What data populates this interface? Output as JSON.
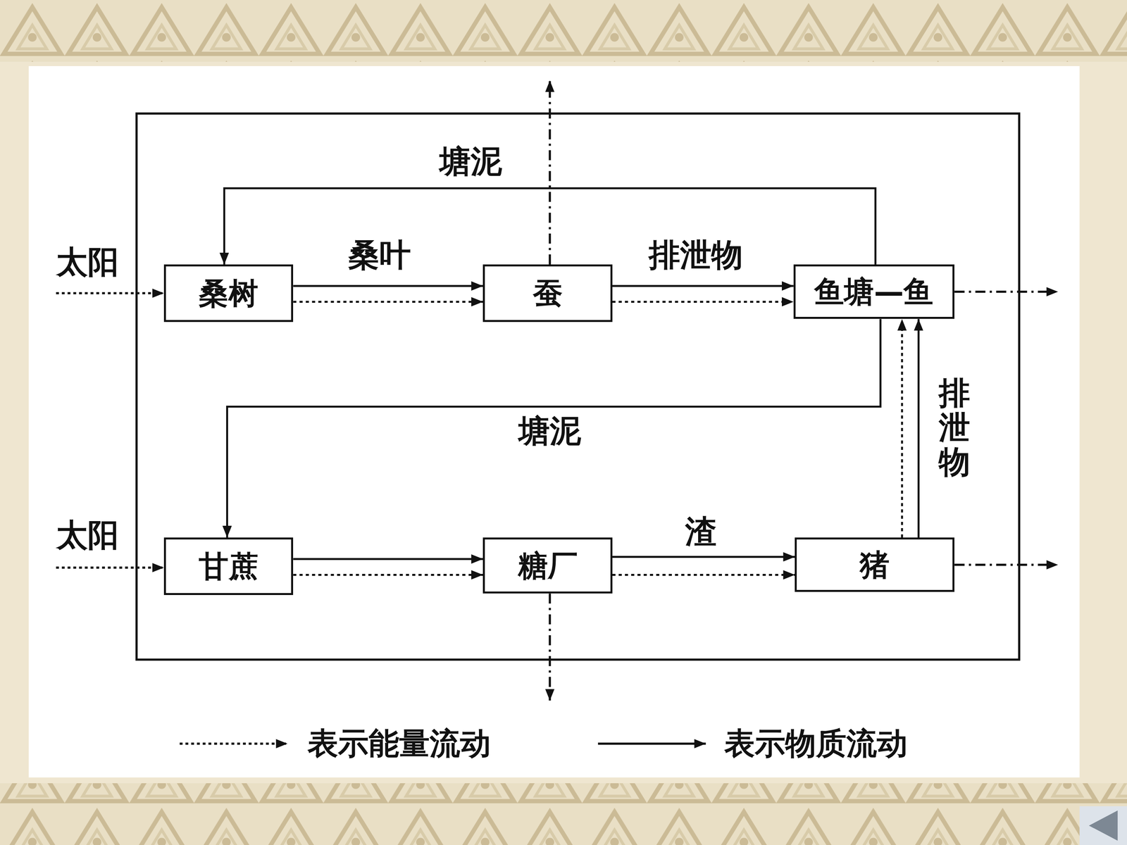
{
  "diagram": {
    "nodes": [
      {
        "text": [
          "桑树"
        ]
      },
      {
        "text": [
          "蚕"
        ]
      },
      {
        "text": [
          "鱼塘—鱼"
        ]
      },
      {
        "text": [
          "甘蔗"
        ]
      },
      {
        "text": [
          "糖厂"
        ]
      },
      {
        "text": [
          "猪"
        ]
      }
    ],
    "edges": [
      {
        "from": 0,
        "to": 1,
        "arrow": "to",
        "label": "桑叶"
      },
      {
        "from": 0,
        "to": 1,
        "arrow": "to"
      },
      {
        "from": 1,
        "to": 2,
        "arrow": "to",
        "label": "排泄物"
      },
      {
        "from": 1,
        "to": 2,
        "arrow": "to"
      },
      {
        "from": 2,
        "to": 0,
        "arrow": "to",
        "label": "塘泥"
      },
      {
        "from": 2,
        "to": 3,
        "arrow": "to",
        "label": "塘泥"
      },
      {
        "from": 3,
        "to": 4,
        "arrow": "to"
      },
      {
        "from": 3,
        "to": 4,
        "arrow": "to"
      },
      {
        "from": 4,
        "to": 5,
        "arrow": "to",
        "label": "渣"
      },
      {
        "from": 4,
        "to": 5,
        "arrow": "to"
      },
      {
        "from": 5,
        "to": 2,
        "arrow": "to",
        "label": "排泄物"
      },
      {
        "from": 5,
        "to": 2,
        "arrow": "to"
      }
    ],
    "labels": [
      "太阳",
      "太阳"
    ],
    "legend": [
      {
        "text": "表示能量流动"
      },
      {
        "text": "表示物质流动"
      }
    ]
  }
}
